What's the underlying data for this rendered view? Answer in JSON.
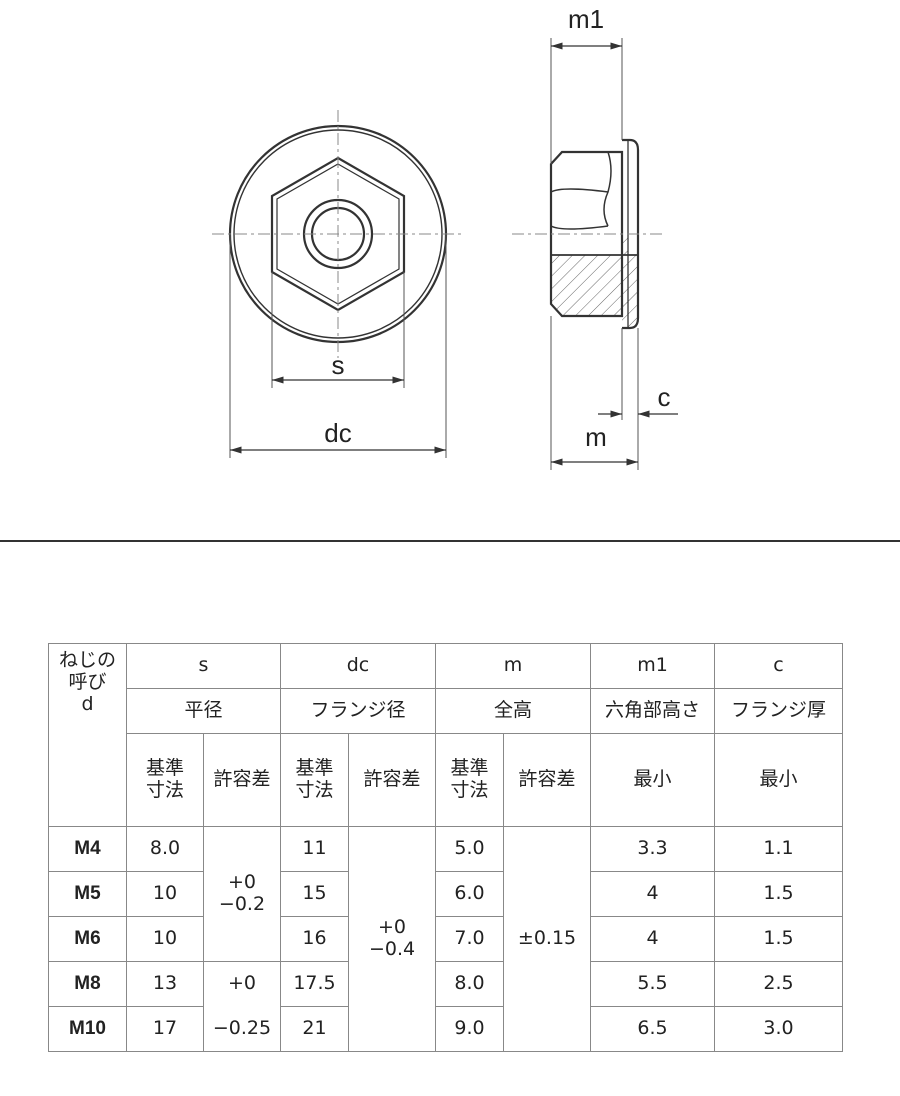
{
  "drawing": {
    "labels": {
      "s": "s",
      "dc": "dc",
      "m": "m",
      "m1": "m1",
      "c": "c"
    }
  },
  "table": {
    "designation": {
      "line1": "ねじの",
      "line2": "呼び",
      "line3": "d"
    },
    "header_symbols": {
      "s": "s",
      "dc": "dc",
      "m": "m",
      "m1": "m1",
      "c": "c"
    },
    "header_names": {
      "s": "平径",
      "dc": "フランジ径",
      "m": "全高",
      "m1": "六角部高さ",
      "c": "フランジ厚"
    },
    "sub_headers": {
      "basic_line1": "基準",
      "basic_line2": "寸法",
      "tolerance": "許容差",
      "min": "最小"
    },
    "tolerances": {
      "s_small_plus": "+0",
      "s_small_minus": "−0.2",
      "s_large_plus": "+0",
      "s_large_minus": "−0.25",
      "dc_plus": "+0",
      "dc_minus": "−0.4",
      "m": "±0.15"
    },
    "rows": [
      {
        "d": "M4",
        "s": "8.0",
        "dc": "11",
        "m": "5.0",
        "m1": "3.3",
        "c": "1.1"
      },
      {
        "d": "M5",
        "s": "10",
        "dc": "15",
        "m": "6.0",
        "m1": "4",
        "c": "1.5"
      },
      {
        "d": "M6",
        "s": "10",
        "dc": "16",
        "m": "7.0",
        "m1": "4",
        "c": "1.5"
      },
      {
        "d": "M8",
        "s": "13",
        "dc": "17.5",
        "m": "8.0",
        "m1": "5.5",
        "c": "2.5"
      },
      {
        "d": "M10",
        "s": "17",
        "dc": "21",
        "m": "9.0",
        "m1": "6.5",
        "c": "3.0"
      }
    ]
  }
}
